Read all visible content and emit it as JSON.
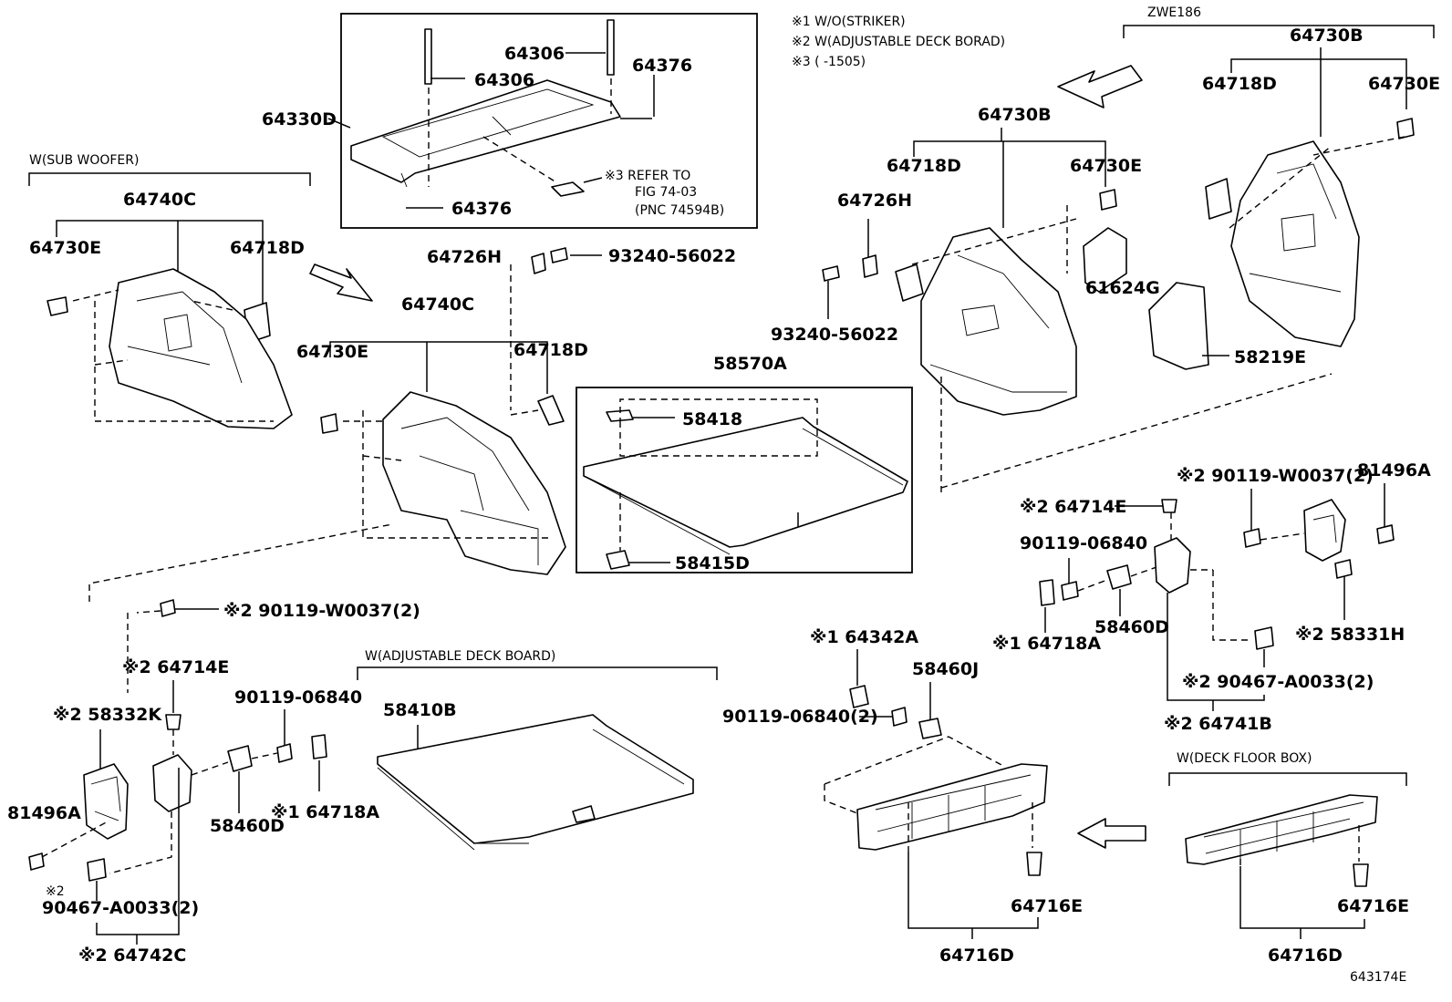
{
  "notes": {
    "note1": "※1 W/O(STRIKER)",
    "note2": "※2 W(ADJUSTABLE DECK BORAD)",
    "note3": "※3 (        -1505)"
  },
  "groups": {
    "sub_woofer": "W(SUB WOOFER)",
    "zwe186": "ZWE186",
    "adjustable_deck_board": "W(ADJUSTABLE DECK BOARD)",
    "deck_floor_box": "W(DECK FLOOR BOX)"
  },
  "labels": {
    "p64306a": "64306",
    "p64306b": "64306",
    "p64376a": "64376",
    "p64376b": "64376",
    "p64330D": "64330D",
    "refer1": "※3 REFER TO",
    "refer2": "FIG 74-03",
    "refer3": "(PNC 74594B)",
    "p64740C_left": "64740C",
    "p64730E_left": "64730E",
    "p64718D_left": "64718D",
    "p64726H_mid": "64726H",
    "p93240_mid": "93240-56022",
    "p64740C_mid": "64740C",
    "p64730E_mid": "64730E",
    "p64718D_mid": "64718D",
    "p58570A": "58570A",
    "p58418": "58418",
    "p58415D": "58415D",
    "p64730B_mid": "64730B",
    "p64718D_r1": "64718D",
    "p64730E_r1": "64730E",
    "p64726H_r": "64726H",
    "p93240_r": "93240-56022",
    "p61624G": "61624G",
    "p64730B_r": "64730B",
    "p64718D_r2": "64718D",
    "p64730E_r2": "64730E",
    "p58219E": "58219E",
    "p90119W_left": "※2 90119-W0037(2)",
    "p64714E_left": "※2 64714E",
    "p58332K": "※2 58332K",
    "p90119_06840_left": "90119-06840",
    "p81496A_left": "81496A",
    "p58460D_left": "58460D",
    "p64718A_left": "※1 64718A",
    "p90467_note": "※2",
    "p90467_left": "90467-A0033(2)",
    "p64742C": "※2 64742C",
    "p58410B": "58410B",
    "p64342A": "※1 64342A",
    "p58460J": "58460J",
    "p90119_06840x2": "90119-06840(2)",
    "p64716E_mid": "64716E",
    "p64716D_mid": "64716D",
    "p90119W_right": "※2 90119-W0037(2)",
    "p81496A_right": "81496A",
    "p64714E_right": "※2 64714E",
    "p90119_06840_right": "90119-06840",
    "p58460D_right": "58460D",
    "p64718A_right": "※1 64718A",
    "p58331H": "※2 58331H",
    "p90467_right": "※2 90467-A0033(2)",
    "p64741B": "※2 64741B",
    "p64716E_right": "64716E",
    "p64716D_right": "64716D",
    "figure_no": "643174E"
  }
}
